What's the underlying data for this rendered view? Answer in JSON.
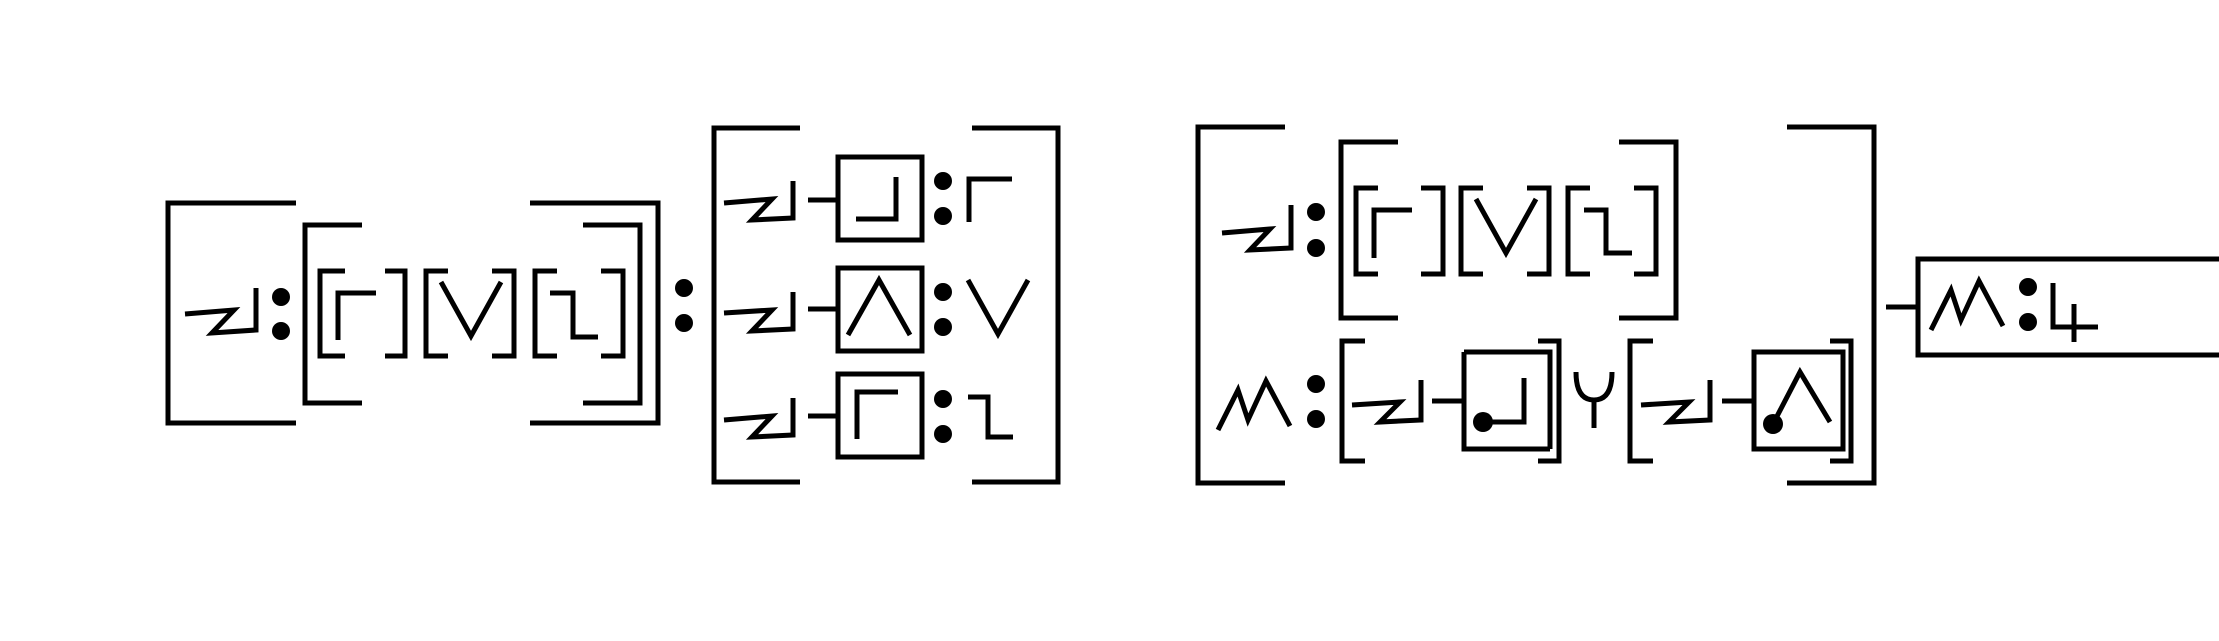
{
  "background": "#ffffff",
  "ink": "#000000",
  "diagram": {
    "left": {
      "name": "pointwise-map-over-array",
      "inner_function_symbol": "wedge-arrow",
      "element_glyphs": [
        "corner-top-left",
        "vee",
        "step-down"
      ]
    },
    "middle": {
      "name": "mapped-results",
      "rows": [
        {
          "input": "wedge-arrow",
          "box": "corner-bottom-right",
          "output": "corner-top-left"
        },
        {
          "input": "wedge-arrow",
          "box": "wedge-up",
          "output": "vee"
        },
        {
          "input": "wedge-arrow",
          "box": "corner-top-left",
          "output": "step-down"
        }
      ]
    },
    "right": {
      "name": "general-map-with-reduction",
      "row1": {
        "input": "wedge-arrow",
        "element_glyphs": [
          "corner-top-left",
          "vee",
          "step-down"
        ]
      },
      "row2": {
        "input": "zigzag",
        "applied": [
          "corner-with-dot",
          "wedge-with-dot"
        ],
        "joiner": "fork"
      },
      "result": {
        "box": "zigzag",
        "output": "hook-plus"
      }
    }
  }
}
